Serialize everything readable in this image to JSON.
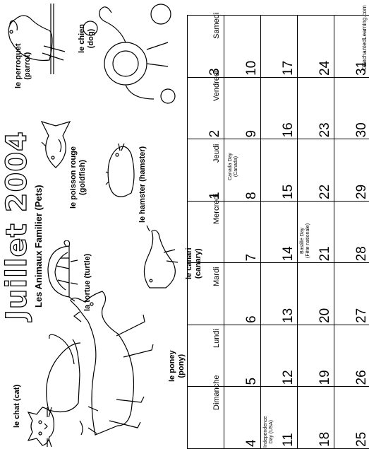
{
  "title": "Juillet 2004",
  "subtitle": "Les Animaux Familier (Pets)",
  "credit": "©EnchantedLearning.com",
  "days": [
    "Dimanche",
    "Lundi",
    "Mardi",
    "Mercredi",
    "Jeudi",
    "Vendredi",
    "Samedi"
  ],
  "weeks": [
    [
      "",
      "",
      "",
      "",
      "1",
      "2",
      "3"
    ],
    [
      "4",
      "5",
      "6",
      "7",
      "8",
      "9",
      "10"
    ],
    [
      "11",
      "12",
      "13",
      "14",
      "15",
      "16",
      "17"
    ],
    [
      "18",
      "19",
      "20",
      "21",
      "22",
      "23",
      "24"
    ],
    [
      "25",
      "26",
      "27",
      "28",
      "29",
      "30",
      "31"
    ]
  ],
  "notes": {
    "canada": [
      "Canada Day",
      "(Canada)"
    ],
    "independence": [
      "Independence",
      "Day (USA)"
    ],
    "bastille": [
      "Bastille Day",
      "(Fête nationale)"
    ]
  },
  "pets": {
    "cat": [
      "le chat (cat)"
    ],
    "pony": [
      "le poney",
      "(pony)"
    ],
    "turtle": [
      "la tortue (turtle)"
    ],
    "canary": [
      "le canari",
      "(canary)"
    ],
    "hamster": [
      "le hamster (hamster)"
    ],
    "goldfish": [
      "le poisson rouge",
      "(goldfish)"
    ],
    "parrot": [
      "le perroquet",
      "(parrot)"
    ],
    "dog": [
      "le chien",
      "(dog)"
    ]
  }
}
